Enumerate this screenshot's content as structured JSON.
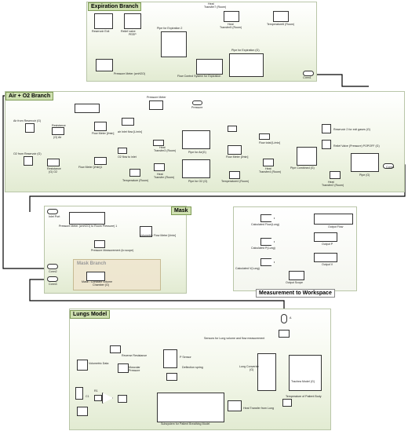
{
  "panels": {
    "expiration": {
      "title": "Expiration Branch",
      "labels": {
        "reservoir_exit": "Reservoir Exit",
        "relief_valve": "Relief valve",
        "peep": "PEEP",
        "heat_transfer7": "Heat",
        "heat_transfer7b": "Transfer7 (Room)",
        "heat_transfer5": "Heat",
        "heat_transfer5b": "Transfer5 (Room)",
        "temperature6": "Temperature6 (Room)",
        "pipe_exp2": "Pipe for Expiration 2",
        "pipe_exp_g": "Pipe for Expiration (G)",
        "pressure_meter": "Pressure Meter (cmH2O)",
        "flow_control": "Flow Control System for Expiration",
        "conn1": "Conn1"
      }
    },
    "air_o2": {
      "title": "Air + O2 Branch",
      "labels": {
        "pressure_meter": "Pressure Meter",
        "pressure": "Pressure",
        "air_from_reservoir": "Air from Reservoir (G)",
        "resistance_air": "Resistance",
        "resistance_air_b": "(G) Air",
        "flow_meter_air": "Flow Meter [l/min]",
        "air_inlet_flow": "air Inlet flow [L/min]",
        "heat_transfer_room": "Heat",
        "heat_transfer_room_b": "Transfer3 (Room)",
        "pipe_air": "Pipe for Air(G)",
        "o2_from_reservoir": "O2 from Reservoir (G)",
        "resistance_o2": "Resistance",
        "resistance_o2_b": "(G) O2",
        "flow_meter_o2": "Flow Meter [l/min]1",
        "o2_flow_inlet": "O2 flow to inlet",
        "temperature_room": "Temperature (Room)",
        "heat_transfer_o2": "Heat",
        "heat_transfer_o2_b": "Transfer (Room)",
        "pipe_o2": "Pipe for O2 (G)",
        "flow_meter": "Flow Meter [l/min]",
        "flow_total": "Flow total [L/min]",
        "heat_transfer4": "Heat",
        "heat_transfer4_b": "Transfer4 (Room)",
        "temperature4": "Temperature4 (Room)",
        "pipe_combined": "Pipe Combined (G)",
        "reservoir_exit_gases": "Reservoir 2 for exit gases (G)",
        "relief_valve": "Relief Valve (Pressure) POPOFF (G)",
        "heat_transfer2": "Heat",
        "heat_transfer2_b": "Transfer2 (Room)",
        "pipe_g": "Pipe (G)",
        "conn1": "Conn1"
      }
    },
    "mask": {
      "title": "Mask",
      "labels": {
        "inlet_port": "Inlet Port",
        "pressure_meter": "Pressure Meter (cmH2O) to Room Pressure) 1",
        "volumetric_flow": "Volumetric Flow Meter [l/min]",
        "pressure_measurement": "Pressure Measurement (to scope)",
        "mask_branch": "Mask Branch",
        "conn2": "Conn2",
        "conn3": "Conn3",
        "mask_chamber": "Mask - Constant Volume",
        "mask_chamber_b": "Chamber (G)"
      }
    },
    "workspace": {
      "title": "Measurement to Workspace",
      "labels": {
        "calc_flow": "Calculated Flow(Lung)",
        "output_flow": "Output Flow",
        "calc_p": "Calculated P(Lung)",
        "output_p": "Output P",
        "calc_v": "Calculated V(Lung)",
        "output_v": "Output V",
        "output_scope": "Output Scope"
      }
    },
    "lungs": {
      "title": "Lungs Model",
      "labels": {
        "a": "A",
        "sensors": "Sensors for Lung volume and flow measurement",
        "reverse_resistance": "Reverse Resistance",
        "p_sensor": "P Sensor",
        "volumetric_data": "Volumetric Data",
        "muscular": "Muscular",
        "muscular_b": "Pressure",
        "deflection_spring": "Deflection spring",
        "lung_converter": "Lung Converter",
        "lung_converter_b": "(G)",
        "trachea_model": "Trachea Model (G)",
        "heat_transfer_lung": "Heat Transfer from Lung",
        "temperature_body": "Temperature of Patient Body",
        "subsystem": "Subsystem for Patient Breathing Model",
        "c1": "C1",
        "r1": "R1"
      }
    }
  }
}
